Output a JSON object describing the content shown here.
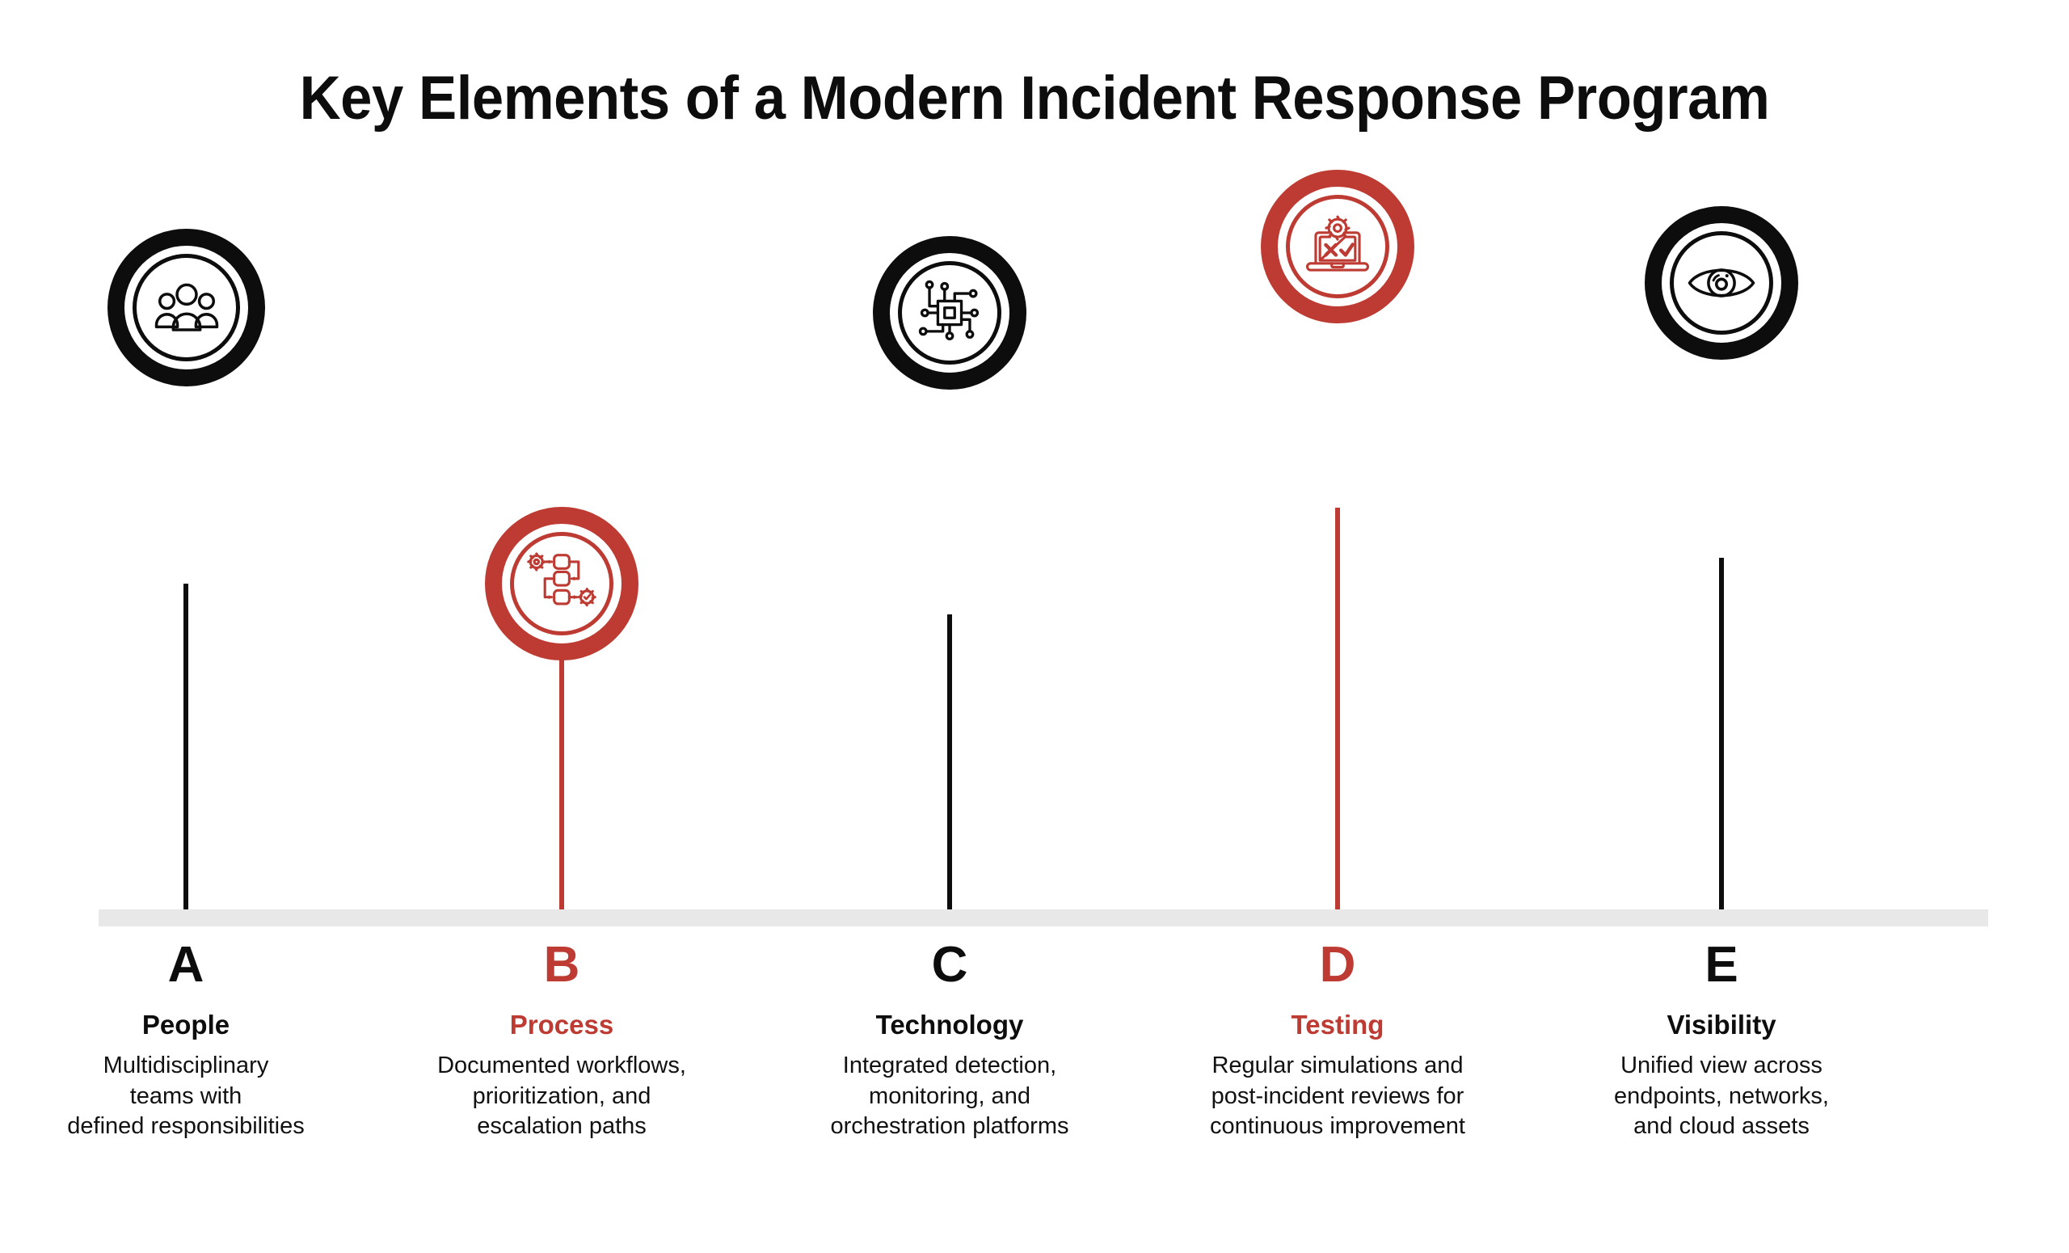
{
  "header": {
    "title": "Key Elements of a Modern Incident Response Program"
  },
  "theme": {
    "background": "#ffffff",
    "black": "#0d0d0d",
    "accent_red": "#bd3b32",
    "baseline_gray": "#e8e8e8"
  },
  "baseline": {
    "label": "timeline-baseline"
  },
  "items": [
    {
      "letter": "A",
      "label": "People",
      "description": "Multidisciplinary\nteams with\ndefined responsibilities",
      "color": "#0d0d0d",
      "icon": "people-group-icon",
      "accent": false
    },
    {
      "letter": "B",
      "label": "Process",
      "description": "Documented workflows,\nprioritization, and\nescalation paths",
      "color": "#bd3b32",
      "icon": "workflow-diagram-icon",
      "accent": true
    },
    {
      "letter": "C",
      "label": "Technology",
      "description": "Integrated detection,\nmonitoring, and\norchestration platforms",
      "color": "#0d0d0d",
      "icon": "microchip-circuit-icon",
      "accent": false
    },
    {
      "letter": "D",
      "label": "Testing",
      "description": "Regular simulations and\npost-incident reviews for\ncontinuous improvement",
      "color": "#bd3b32",
      "icon": "laptop-gear-test-icon",
      "accent": true
    },
    {
      "letter": "E",
      "label": "Visibility",
      "description": "Unified view across\nendpoints, networks,\nand cloud assets",
      "color": "#0d0d0d",
      "icon": "eye-icon",
      "accent": false
    }
  ]
}
